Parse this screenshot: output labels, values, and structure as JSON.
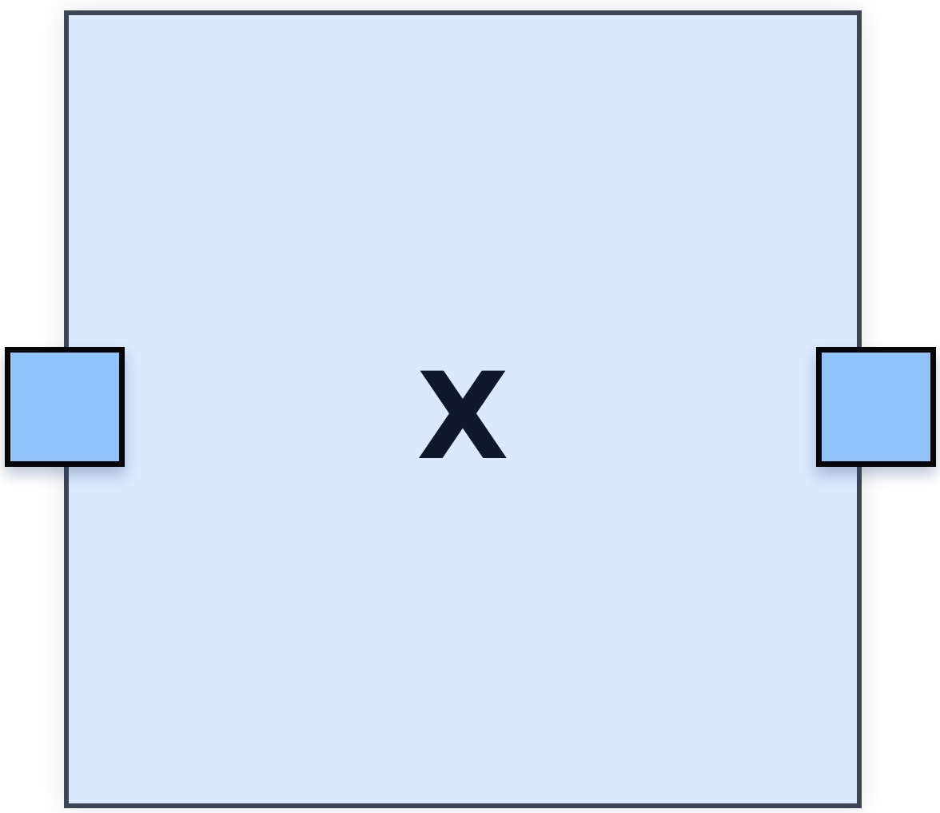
{
  "diagram": {
    "block": {
      "label": "X",
      "fill_color": "#dbe8fd",
      "border_color": "#3c4456",
      "label_color": "#0f172a"
    },
    "ports": [
      {
        "side": "left",
        "fill_color": "#93c3fb",
        "border_color": "#050505"
      },
      {
        "side": "right",
        "fill_color": "#93c3fb",
        "border_color": "#050505"
      }
    ]
  }
}
